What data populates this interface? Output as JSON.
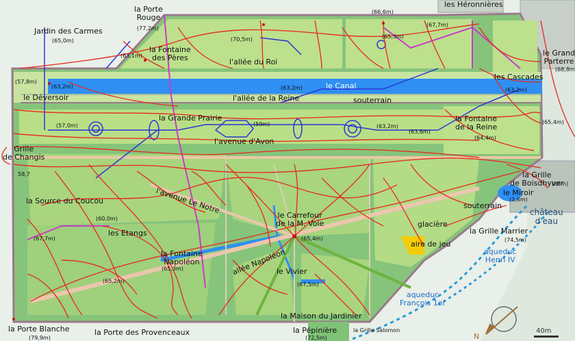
{
  "labels": {
    "porte_rouge": "la Porte\nRouge",
    "porte_rouge_alt": "(77,2m)",
    "heronnieres": "les Héronnières",
    "alt_666": "(66,6m)",
    "jardin_carmes": "Jardin des Carmes",
    "alt_650": "(65,0m)",
    "alt_631a": "(63,1m)",
    "fontaine_peres": "la Fontaine\ndes Pères",
    "alt_705": "(70,5m)",
    "allee_roi": "l'allée du Roi",
    "alt_653": "(65,3m)",
    "alt_677a": "(67,7m)",
    "grand_parterre": "le Grand\nParterre",
    "alt_688": "(68,8m)",
    "alt_578": "(57,8m)",
    "canal_alt_left": "(63,2m)",
    "canal": "le Canal",
    "canal_alt_mid": "(63,2m)",
    "canal_alt_right": "(63,2m)",
    "cascades": "les Cascades",
    "deversoir": "le Déversoir",
    "allee_reine": "l'allée de la Reine",
    "souterrain1": "souterrain",
    "alt_570": "(57,0m)",
    "grande_prairie": "la Grande Prairie",
    "alt_59": "(59m)",
    "alt_632": "(63,2m)",
    "alt_636": "(63,6m)",
    "fontaine_reine": "la Fontaine\nde la Reine",
    "alt_644": "(64,4m)",
    "alt_654": "(65,4m)",
    "avenue_avon": "l'avenue d'Avon",
    "grille_changis": "Grille\nde Changis",
    "alt_587": "58,7",
    "avenue_notre": "l'avenue Le Notre",
    "grille_boisdhyver": "la Grille\nde Boisdhyver",
    "alt_68": "(68m)",
    "source_coucou": "la Source du Coucou",
    "miroir": "le Miroir",
    "alt_36": "(3,6m)",
    "souterrain2": "souterrain",
    "chateau_eau": "château\nd'eau",
    "alt_600": "(60,0m)",
    "carrefour": "le Carrefour\nde la M. Voie",
    "glaciere": "glacière",
    "alt_677b": "(67,7m)",
    "etangs": "les Etangs",
    "alt_654b": "(65,4m)",
    "grille_marrier": "la Grille Marrier",
    "alt_745": "(74,5m)",
    "fontaine_napoleon": "la Fontaine\nNapoléon",
    "alt_653b": "(65,3m)",
    "allee_napoleon": "allée Napoléon",
    "aire_jeu": "aire de jeu",
    "aqueduc_henri": "aqueduc\nHenri IV",
    "alt_652": "(65,2m)",
    "vivier": "le Vivier",
    "alt_675": "(67,5m)",
    "aqueduc_francois": "aqueduc\nFrançois 1er",
    "maison_jardinier": "la Maison du Jardinier",
    "porte_blanche": "la Porte Blanche",
    "alt_799": "(79,9m)",
    "porte_provencaux": "la Porte des Provenceaux",
    "pepiniere": "la Pépinière",
    "alt_725": "(72,5m)",
    "grille_salomon": "la Grille Salomon",
    "compass_n": "N",
    "scale": "40m"
  },
  "colors": {
    "water": "#2f8ff2",
    "lawn": "#b9df86",
    "wood": "#7fc278",
    "paths": "#e52b20",
    "wall": "#9a7a8a",
    "play": "#f4cc0a"
  }
}
